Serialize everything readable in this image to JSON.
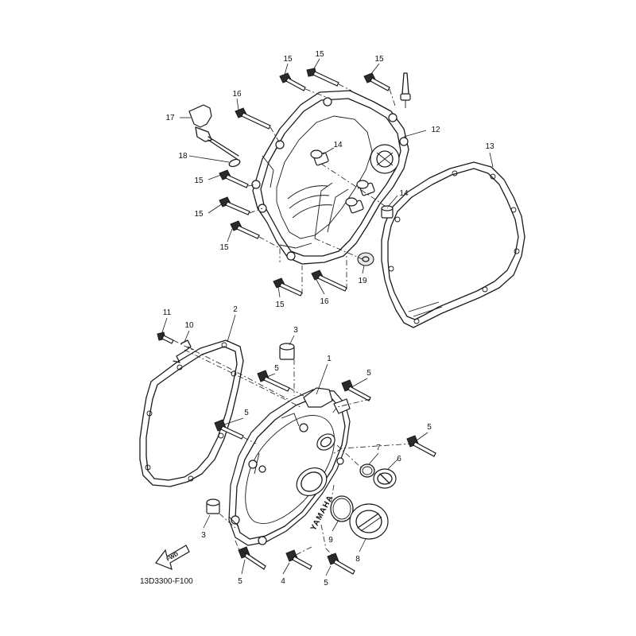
{
  "diagram": {
    "callouts": {
      "top": {
        "c15a": "15",
        "c15b": "15",
        "c15c": "15",
        "c16a": "16",
        "c17": "17",
        "c18": "18",
        "c15d": "15",
        "c15e": "15",
        "c15f": "15",
        "c14a": "14",
        "c12": "12",
        "c13": "13",
        "c14b": "14",
        "c19": "19",
        "c15g": "15",
        "c16b": "16"
      },
      "bottom": {
        "c11": "11",
        "c10": "10",
        "c2": "2",
        "c3a": "3",
        "c1": "1",
        "c5a": "5",
        "c5b": "5",
        "c5c": "5",
        "c5d": "5",
        "c7": "7",
        "c6": "6",
        "c9": "9",
        "c8": "8",
        "c3b": "3",
        "c5e": "5",
        "c4": "4",
        "c5f": "5"
      }
    },
    "cover_stamp": "YAMAHA",
    "fwd_label": "FWD",
    "reference_code": "13D3300-F100"
  }
}
